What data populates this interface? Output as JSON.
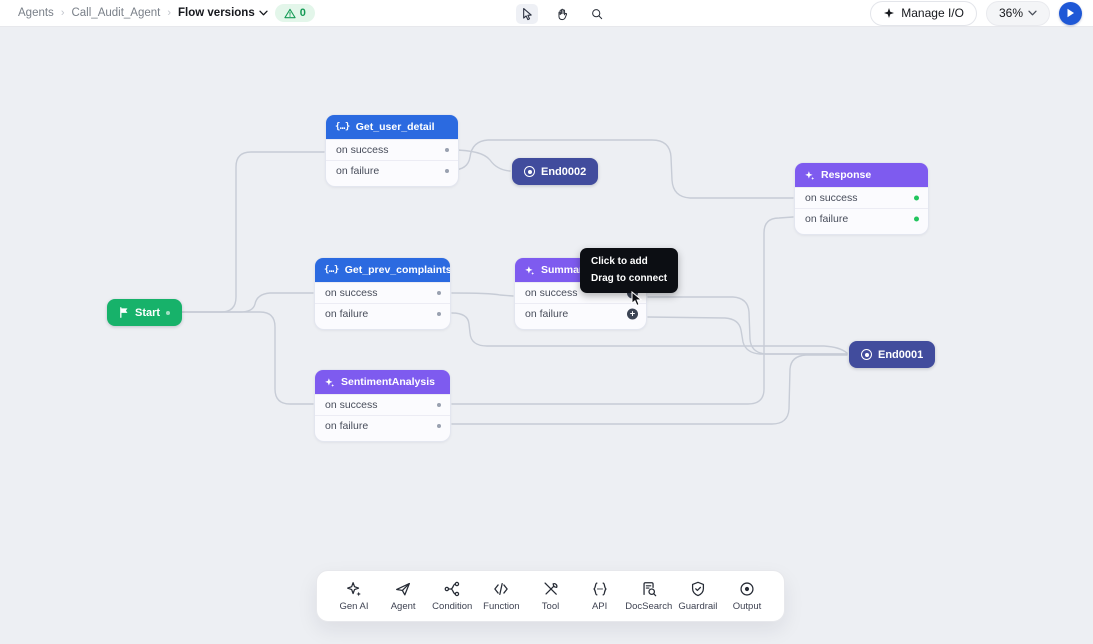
{
  "header": {
    "breadcrumb": {
      "items": [
        "Agents",
        "Call_Audit_Agent"
      ],
      "current": "Flow versions"
    },
    "warning_count": "0",
    "manage_io_label": "Manage I/O",
    "zoom_level": "36%"
  },
  "nodes": {
    "start": {
      "label": "Start"
    },
    "get_user_detail": {
      "title": "Get_user_detail",
      "rows": [
        "on success",
        "on failure"
      ]
    },
    "get_prev_complaints": {
      "title": "Get_prev_complaints",
      "rows": [
        "on success",
        "on failure"
      ]
    },
    "summarization": {
      "title": "Summar",
      "rows": [
        "on success",
        "on failure"
      ]
    },
    "sentiment_analysis": {
      "title": "SentimentAnalysis",
      "rows": [
        "on success",
        "on failure"
      ]
    },
    "response": {
      "title": "Response",
      "rows": [
        "on success",
        "on failure"
      ]
    },
    "end0001": {
      "label": "End0001"
    },
    "end0002": {
      "label": "End0002"
    }
  },
  "tooltip": {
    "line1": "Click to add",
    "line2": "Drag to connect"
  },
  "palette": {
    "items": [
      {
        "label": "Gen AI",
        "icon": "sparkle-icon"
      },
      {
        "label": "Agent",
        "icon": "agent-icon"
      },
      {
        "label": "Condition",
        "icon": "branch-icon"
      },
      {
        "label": "Function",
        "icon": "code-icon"
      },
      {
        "label": "Tool",
        "icon": "wrench-icon"
      },
      {
        "label": "API",
        "icon": "braces-icon"
      },
      {
        "label": "DocSearch",
        "icon": "doc-search-icon"
      },
      {
        "label": "Guardrail",
        "icon": "shield-check-icon"
      },
      {
        "label": "Output",
        "icon": "target-icon"
      }
    ]
  },
  "icons": {
    "toolbar": [
      "select-cursor-icon",
      "pan-hand-icon",
      "search-icon"
    ],
    "misc": [
      "warning-triangle-icon",
      "chevron-down-icon",
      "sparkle-icon",
      "play-icon",
      "flag-icon",
      "record-circle-icon",
      "plus-circle-icon"
    ]
  },
  "colors": {
    "api_node_header": "#2b6ae0",
    "ai_node_header": "#7e5bef",
    "start_node": "#17b26a",
    "end_node": "#414c9d",
    "edge": "#c7ccd6",
    "success_port": "#22c55e",
    "play_button": "#1f58d6",
    "warning_badge_bg": "#e3f6ea",
    "warning_badge_text": "#149a55",
    "tooltip_bg": "#0c0e13",
    "canvas_bg": "#edeff3"
  }
}
